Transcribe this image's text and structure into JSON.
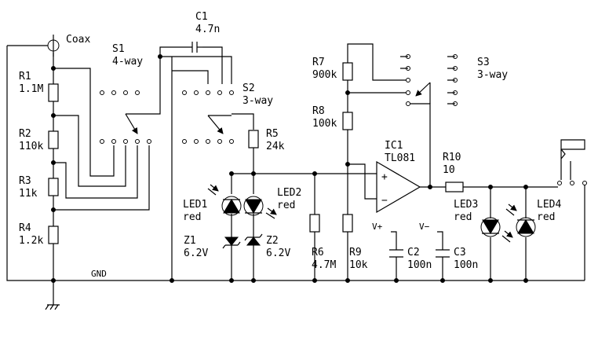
{
  "title": "",
  "labels": {
    "coax": "Coax",
    "s1_name": "S1",
    "s1_type": "4-way",
    "s2_name": "S2",
    "s2_type": "3-way",
    "s3_name": "S3",
    "s3_type": "3-way",
    "c1_name": "C1",
    "c1_value": "4.7n",
    "r1_name": "R1",
    "r1_value": "1.1M",
    "r2_name": "R2",
    "r2_value": "110k",
    "r3_name": "R3",
    "r3_value": "11k",
    "r4_name": "R4",
    "r4_value": "1.2k",
    "r5_name": "R5",
    "r5_value": "24k",
    "r6_name": "R6",
    "r6_value": "4.7M",
    "r7_name": "R7",
    "r7_value": "900k",
    "r8_name": "R8",
    "r8_value": "100k",
    "r9_name": "R9",
    "r9_value": "10k",
    "r10_name": "R10",
    "r10_value": "10",
    "ic1_name": "IC1",
    "ic1_value": "TL081",
    "led1_name": "LED1",
    "led1_color": "red",
    "led2_name": "LED2",
    "led2_color": "red",
    "led3_name": "LED3",
    "led3_color": "red",
    "led4_name": "LED4",
    "led4_color": "red",
    "z1_name": "Z1",
    "z1_value": "6.2V",
    "z2_name": "Z2",
    "z2_value": "6.2V",
    "c2_name": "C2",
    "c2_value": "100n",
    "c3_name": "C3",
    "c3_value": "100n",
    "vplus": "V+",
    "vminus": "V−",
    "gnd": "GND",
    "opamp_plus": "+",
    "opamp_minus": "−"
  }
}
